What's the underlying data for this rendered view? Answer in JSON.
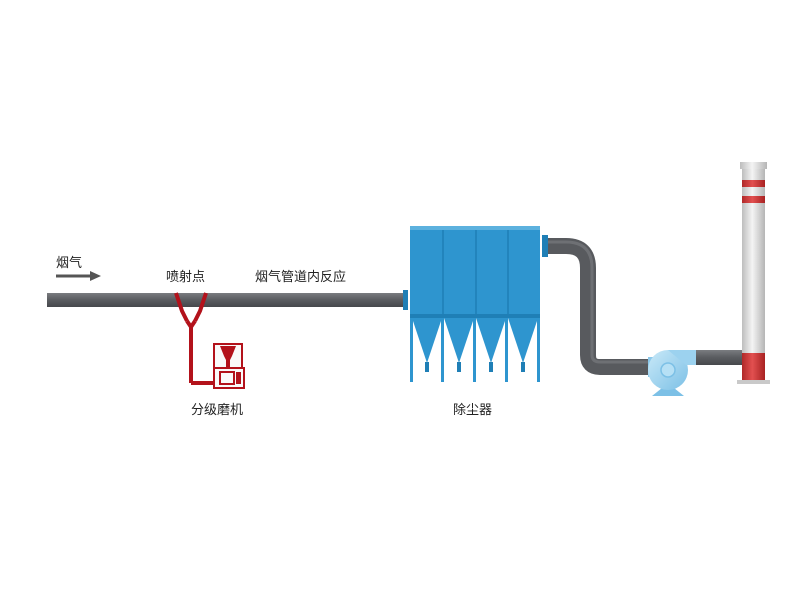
{
  "labels": {
    "flue_gas": "烟气",
    "injection_point": "喷射点",
    "pipeline_reaction": "烟气管道内反应",
    "classifier_mill": "分级磨机",
    "dust_collector": "除尘器"
  },
  "colors": {
    "pipe": "#606266",
    "mill": "#b3121b",
    "collector": "#2e95cf",
    "collector_dark": "#1f7fb6",
    "fan": "#9cd2ef",
    "chimney": "#dcdcdc",
    "chimney_band": "#d43c3c"
  }
}
